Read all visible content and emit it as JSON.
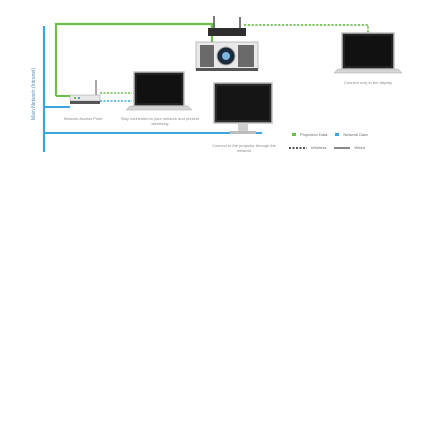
{
  "side_label": "Main Network (Intranet)",
  "labels": {
    "access_point": "Network Access Point",
    "stay_connected": "Stay connected to your network and present wirelessly",
    "connect_projector": "Connect to the projector through the network",
    "connect_display": "Connect only to the display"
  },
  "legend": {
    "projection_data": "Projection Data",
    "network_data": "Network Data",
    "wireless": "Wireless",
    "wired": "Wired"
  },
  "colors": {
    "projection": "#6abf4b",
    "network": "#3aa6dd",
    "wired": "#888888",
    "wireless": "#555555"
  }
}
